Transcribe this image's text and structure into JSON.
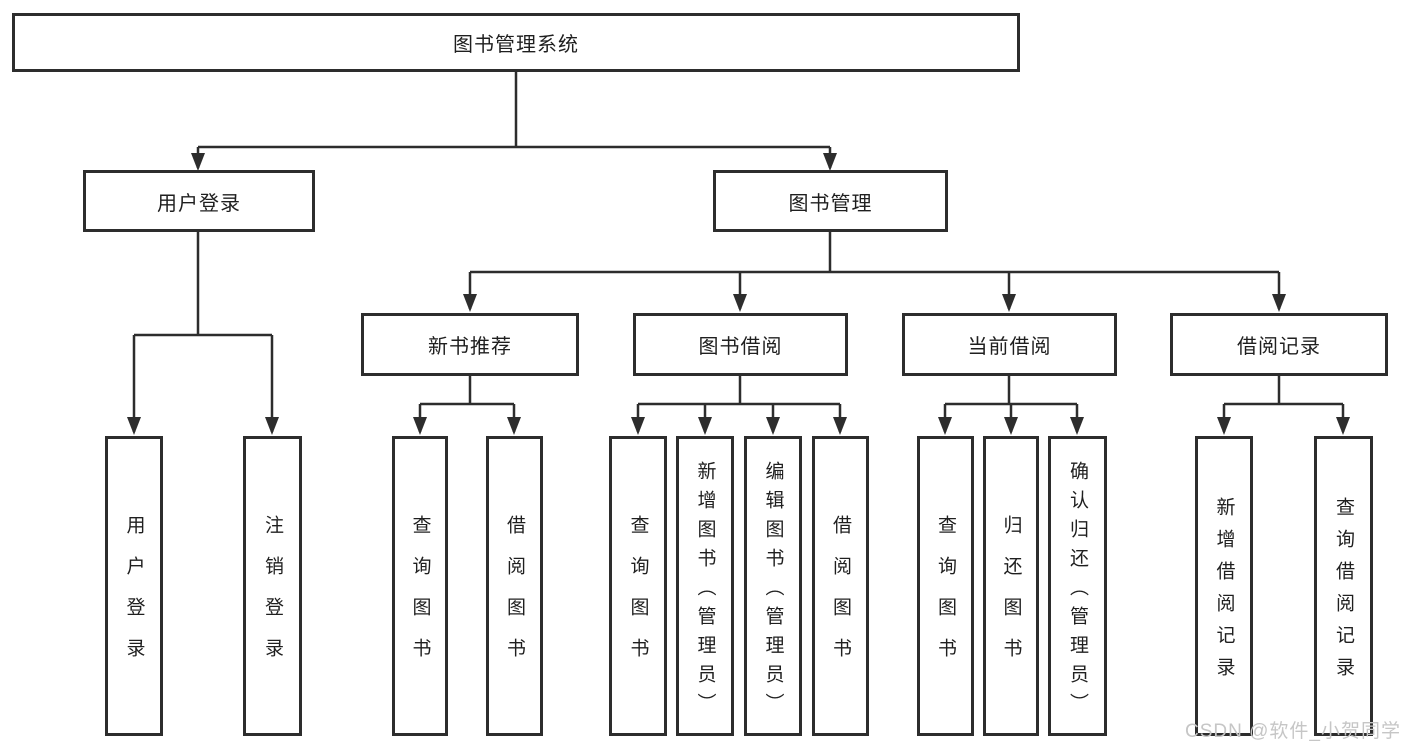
{
  "diagram": {
    "type": "hierarchy-tree",
    "root": {
      "id": "root",
      "label": "图书管理系统"
    },
    "level2": [
      {
        "id": "user-login",
        "label": "用户登录",
        "parent": "root"
      },
      {
        "id": "book-management",
        "label": "图书管理",
        "parent": "root"
      }
    ],
    "level3": [
      {
        "id": "new-book-recommend",
        "label": "新书推荐",
        "parent": "book-management"
      },
      {
        "id": "book-borrow",
        "label": "图书借阅",
        "parent": "book-management"
      },
      {
        "id": "current-borrow",
        "label": "当前借阅",
        "parent": "book-management"
      },
      {
        "id": "borrow-records",
        "label": "借阅记录",
        "parent": "book-management"
      }
    ],
    "leaves": {
      "user_login": [
        "用户登录",
        "注销登录"
      ],
      "new_book_recommend": [
        "查询图书",
        "借阅图书"
      ],
      "book_borrow": [
        "查询图书",
        "新增图书（管理员）",
        "编辑图书（管理员）",
        "借阅图书"
      ],
      "current_borrow": [
        "查询图书",
        "归还图书",
        "确认归还（管理员）"
      ],
      "borrow_records": [
        "新增借阅记录",
        "查询借阅记录"
      ]
    }
  },
  "watermark": {
    "text": "CSDN @软件_小贺同学",
    "color": "#c6c6c6"
  },
  "colors": {
    "background": "#ffffff",
    "line": "#2d2d2d",
    "box_border": "#2d2d2d",
    "box_fill": "#ffffff",
    "text": "#1f1f1f"
  }
}
